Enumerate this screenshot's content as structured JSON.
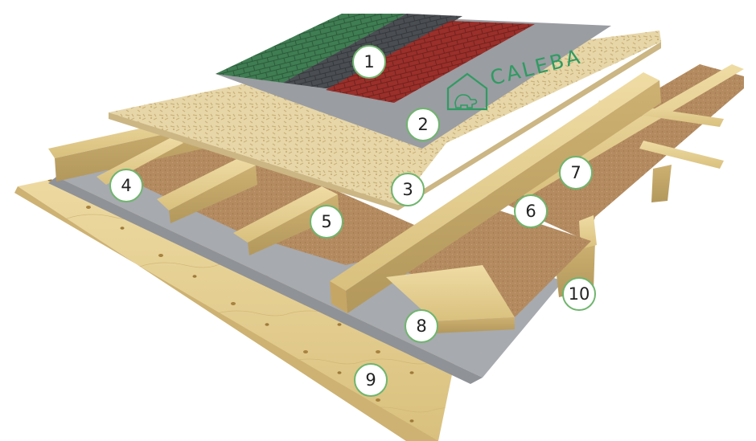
{
  "brand": {
    "name": "CALEBA",
    "color": "#2f9b62"
  },
  "colors": {
    "shingle_green": "#3f7d52",
    "shingle_grey": "#4a4d52",
    "shingle_red": "#9b2f2a",
    "underlay": "#9a9da2",
    "osb": "#e7d6a8",
    "fiberboard": "#b48b60",
    "timber": "#e8d49a",
    "membrane": "#a7aaaf",
    "marker_ring": "#6fb56d"
  },
  "markers": [
    "1",
    "2",
    "3",
    "4",
    "5",
    "6",
    "7",
    "8",
    "9",
    "10"
  ]
}
